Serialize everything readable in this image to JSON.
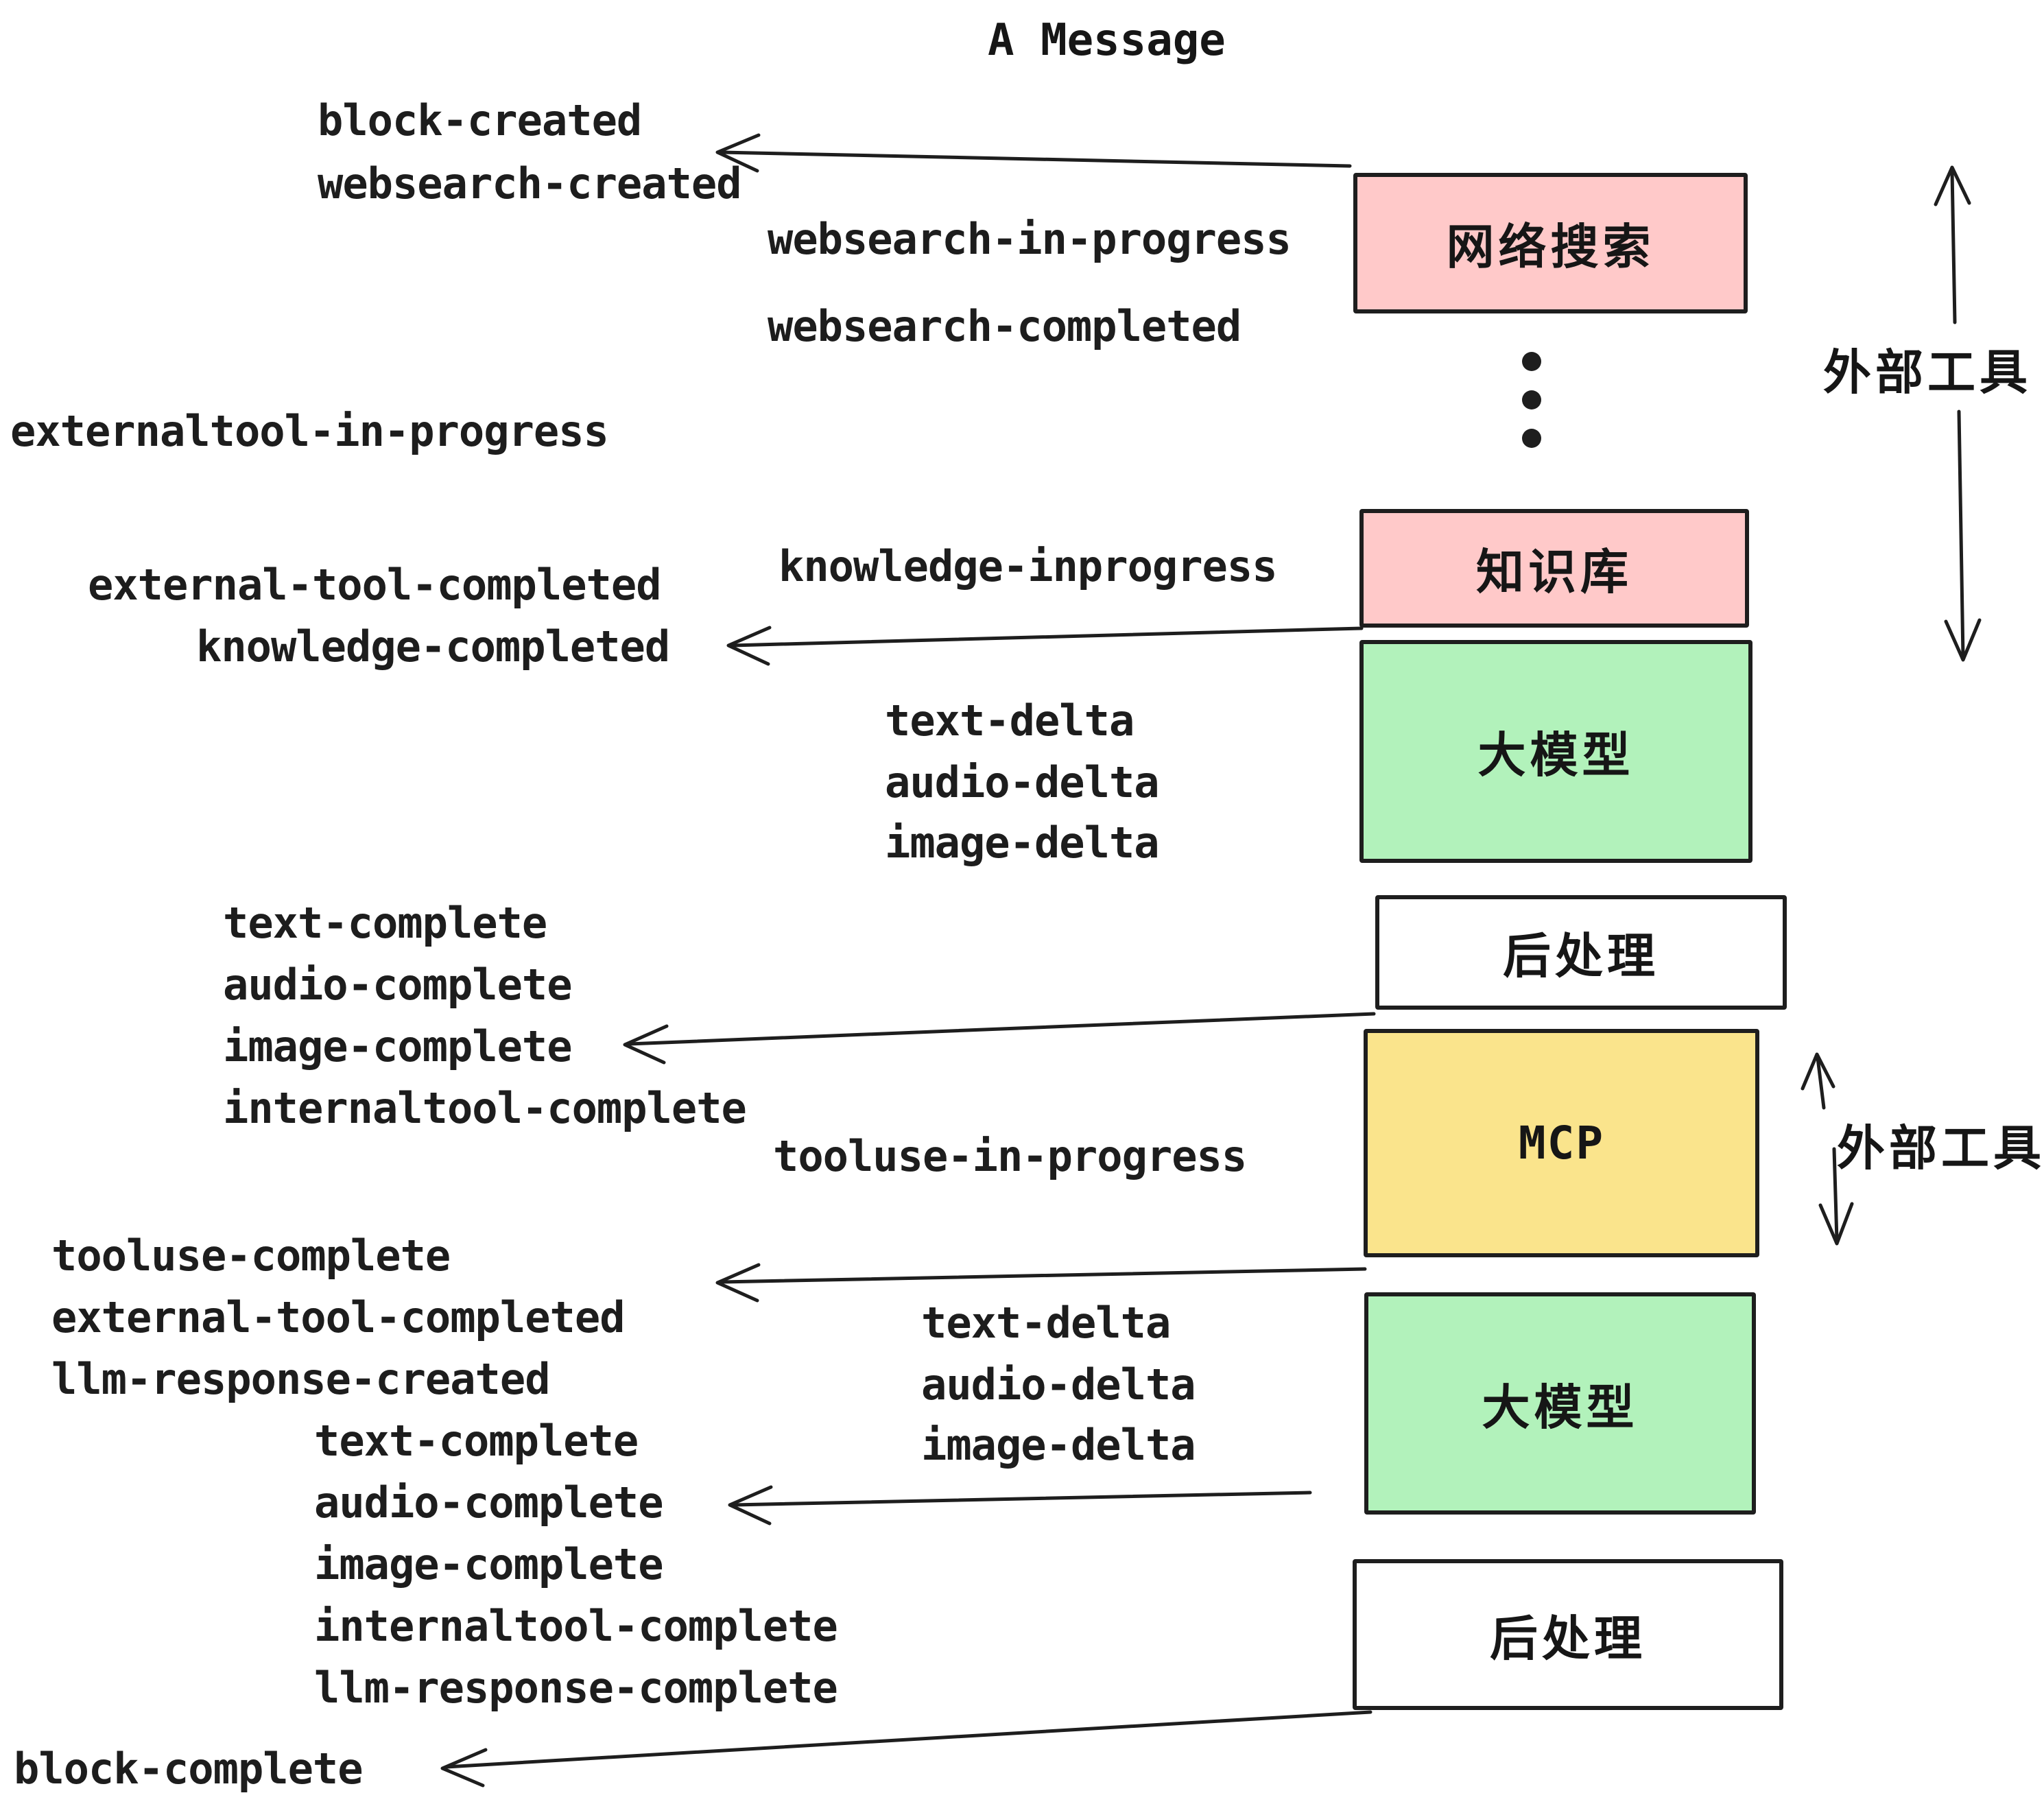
{
  "title": "A Message",
  "colors": {
    "ink": "#1e1e1e",
    "pink": "#FFC9C9",
    "green": "#B2F2BB",
    "yellow": "#FAE48C",
    "white": "#FFFFFF"
  },
  "events": {
    "block_created": "block-created",
    "websearch_created": "websearch-created",
    "websearch_in_progress": "websearch-in-progress",
    "websearch_completed": "websearch-completed",
    "externaltool_in_progress": "externaltool-in-progress",
    "knowledge_inprogress": "knowledge-inprogress",
    "external_tool_completed": "external-tool-completed",
    "knowledge_completed": "knowledge-completed",
    "text_delta": "text-delta",
    "audio_delta": "audio-delta",
    "image_delta": "image-delta",
    "text_complete": "text-complete",
    "audio_complete": "audio-complete",
    "image_complete": "image-complete",
    "internaltool_complete": "internaltool-complete",
    "tooluse_in_progress": "tooluse-in-progress",
    "tooluse_complete": "tooluse-complete",
    "external_tool_completed_2": "external-tool-completed",
    "llm_response_created": "llm-response-created",
    "text_delta_2": "text-delta",
    "audio_delta_2": "audio-delta",
    "image_delta_2": "image-delta",
    "text_complete_2": "text-complete",
    "audio_complete_2": "audio-complete",
    "image_complete_2": "image-complete",
    "internaltool_complete_2": "internaltool-complete",
    "llm_response_complete": "llm-response-complete",
    "block_complete": "block-complete"
  },
  "boxes": {
    "websearch": {
      "label": "网络搜索"
    },
    "knowledge": {
      "label": "知识库"
    },
    "llm1": {
      "label": "大模型"
    },
    "post1": {
      "label": "后处理"
    },
    "mcp": {
      "label": "MCP"
    },
    "llm2": {
      "label": "大模型"
    },
    "post2": {
      "label": "后处理"
    }
  },
  "side_labels": {
    "external_tool_top": "外部工具",
    "external_tool_mid": "外部工具"
  }
}
